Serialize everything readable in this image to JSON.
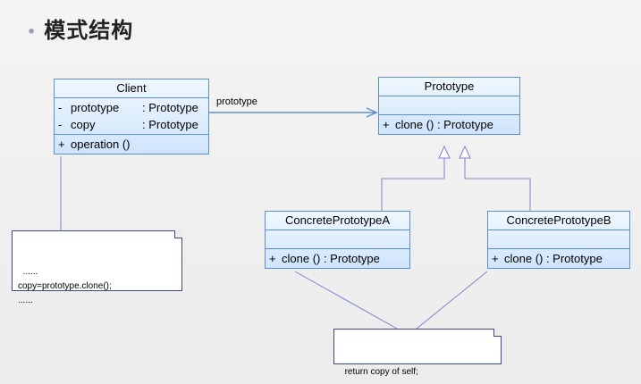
{
  "slide": {
    "title": "模式结构",
    "bullet": "•"
  },
  "client": {
    "name": "Client",
    "attributes": [
      {
        "visibility": "-",
        "name": "prototype",
        "type": ": Prototype"
      },
      {
        "visibility": "-",
        "name": "copy",
        "type": ": Prototype"
      }
    ],
    "operations": [
      {
        "visibility": "+",
        "signature": "operation ()"
      }
    ]
  },
  "prototype": {
    "name": "Prototype",
    "operations": [
      {
        "visibility": "+",
        "signature": "clone () : Prototype"
      }
    ]
  },
  "concreteA": {
    "name": "ConcretePrototypeA",
    "operations": [
      {
        "visibility": "+",
        "signature": "clone () : Prototype"
      }
    ]
  },
  "concreteB": {
    "name": "ConcretePrototypeB",
    "operations": [
      {
        "visibility": "+",
        "signature": "clone () : Prototype"
      }
    ]
  },
  "association": {
    "label": "prototype"
  },
  "clientNote": {
    "text": "......\ncopy=prototype.clone();\n......"
  },
  "concreteNote": {
    "text": "return copy of self;"
  },
  "colors": {
    "line": "#5b8fcf",
    "noteBorder": "#3a4a8a",
    "classFill": "#cfe4fb"
  }
}
